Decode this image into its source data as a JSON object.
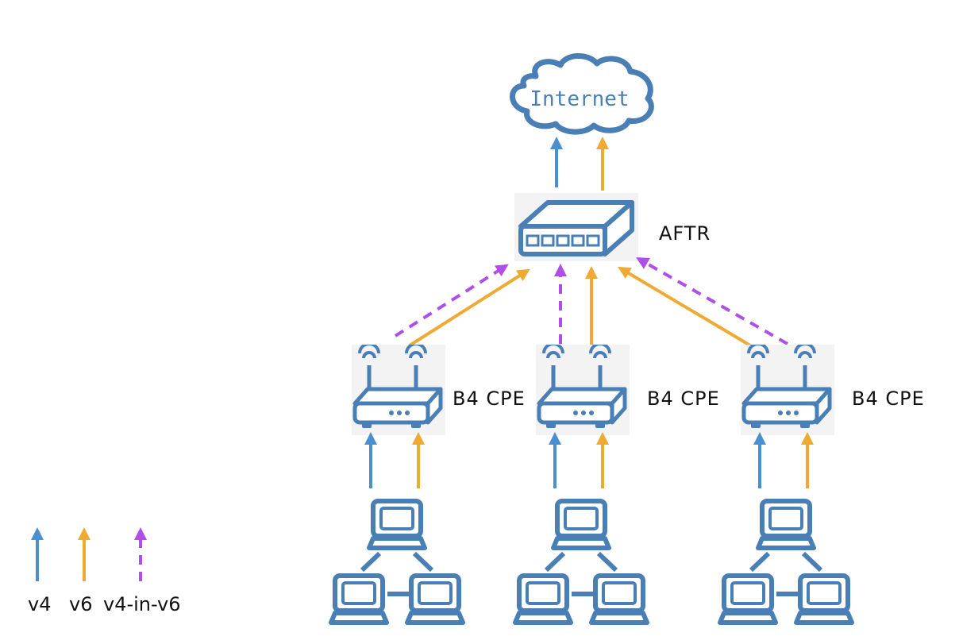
{
  "colors": {
    "device": "#4a7fb5",
    "device_fill": "#f4f7fb",
    "v4": "#4a90d0",
    "v6": "#eeaa33",
    "v4_in_v6": "#b04ee8"
  },
  "cloud": {
    "label": "Internet"
  },
  "aftr": {
    "label": "AFTR"
  },
  "cpes": [
    {
      "label": "B4 CPE"
    },
    {
      "label": "B4 CPE"
    },
    {
      "label": "B4 CPE"
    }
  ],
  "legend": [
    {
      "label": "v4",
      "style": "v4"
    },
    {
      "label": "v6",
      "style": "v6"
    },
    {
      "label": "v4-in-v6",
      "style": "v4_in_v6"
    }
  ]
}
